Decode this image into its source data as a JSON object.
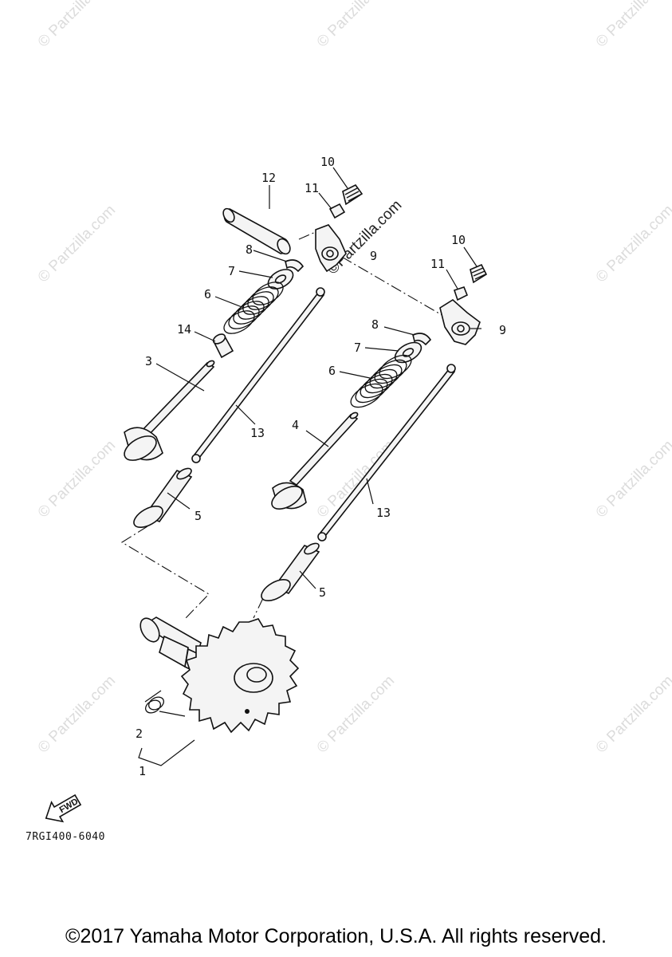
{
  "diagram_code": "7RGI400-6040",
  "copyright": "©2017 Yamaha Motor Corporation, U.S.A. All rights reserved.",
  "fwd_label": "FWD",
  "watermark_text": "© Partzilla.com",
  "watermark_center_text": "©Partzilla.com",
  "callouts": {
    "c1": "1",
    "c2": "2",
    "c3": "3",
    "c4": "4",
    "c5a": "5",
    "c5b": "5",
    "c6a": "6",
    "c6b": "6",
    "c7a": "7",
    "c7b": "7",
    "c8a": "8",
    "c8b": "8",
    "c9a": "9",
    "c9b": "9",
    "c10a": "10",
    "c10b": "10",
    "c11a": "11",
    "c11b": "11",
    "c12": "12",
    "c13a": "13",
    "c13b": "13",
    "c14": "14"
  }
}
